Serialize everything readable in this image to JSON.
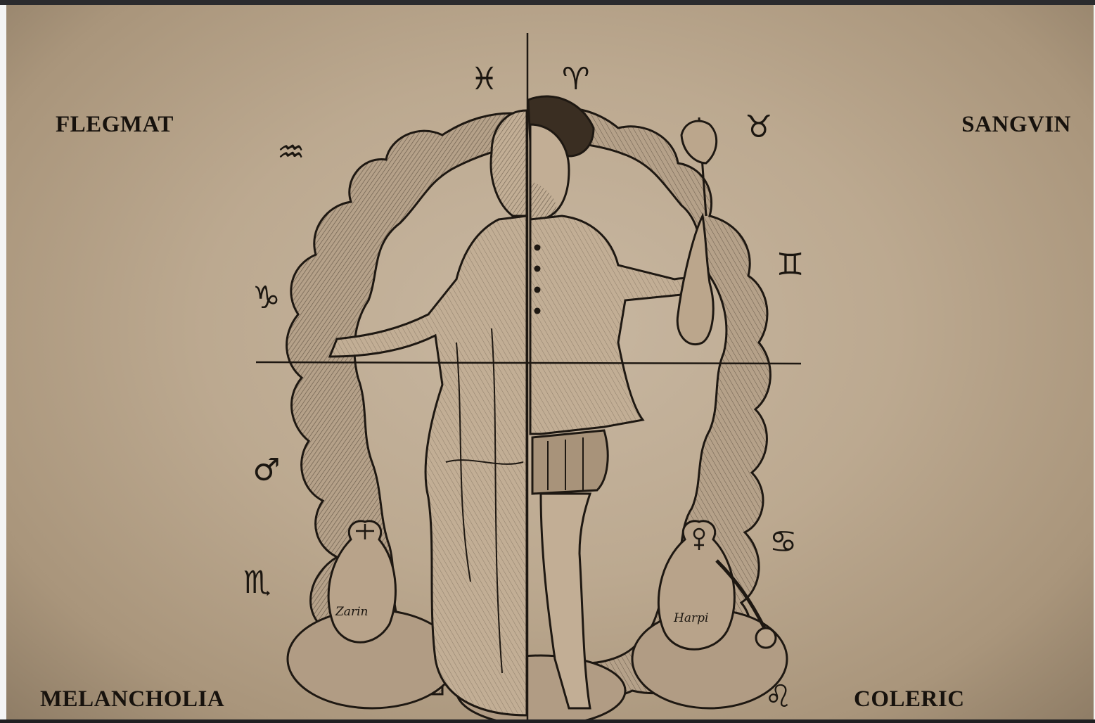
{
  "labels": {
    "top_left": "FLEGMAT",
    "top_right": "SANGVIN",
    "bottom_left": "MELANCHOLIA",
    "bottom_right": "COLERIC"
  },
  "zodiac": {
    "top_left_of_axis": "♓",
    "top_right_of_axis": "♈",
    "upper_right": "♉",
    "right_upper": "♊",
    "right_lower": "♋",
    "bottom_right": "♌",
    "upper_left": "♒",
    "left_upper": "♑",
    "left_lower": "♂",
    "bottom_left": "♏"
  },
  "bag_labels": {
    "left_bag": "Zarin",
    "right_bag": "Harpi"
  },
  "colors": {
    "paper": "#bca990",
    "ink": "#1b1610",
    "frame_dark": "#2b2b2e"
  }
}
